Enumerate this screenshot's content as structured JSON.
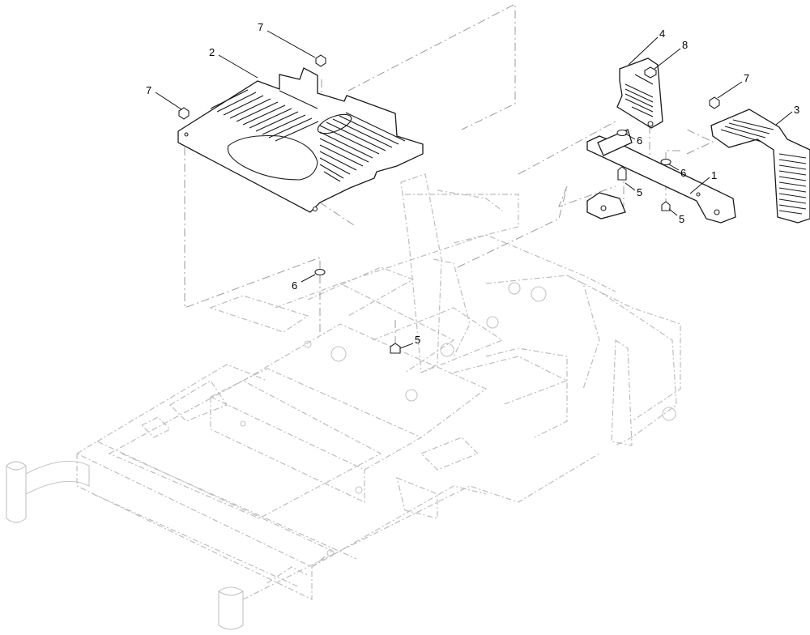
{
  "callouts": [
    {
      "id": "c-2-cover",
      "label": "2"
    },
    {
      "id": "c-7-left",
      "label": "7"
    },
    {
      "id": "c-7-top",
      "label": "7"
    },
    {
      "id": "c-4-bracket",
      "label": "4"
    },
    {
      "id": "c-8-screw",
      "label": "8"
    },
    {
      "id": "c-7-right",
      "label": "7"
    },
    {
      "id": "c-3-shield",
      "label": "3"
    },
    {
      "id": "c-6-upper",
      "label": "6"
    },
    {
      "id": "c-6-right",
      "label": "6"
    },
    {
      "id": "c-1-bar",
      "label": "1"
    },
    {
      "id": "c-5-upper",
      "label": "5"
    },
    {
      "id": "c-5-right",
      "label": "5"
    },
    {
      "id": "c-6-left",
      "label": "6"
    },
    {
      "id": "c-5-lower",
      "label": "5"
    }
  ]
}
